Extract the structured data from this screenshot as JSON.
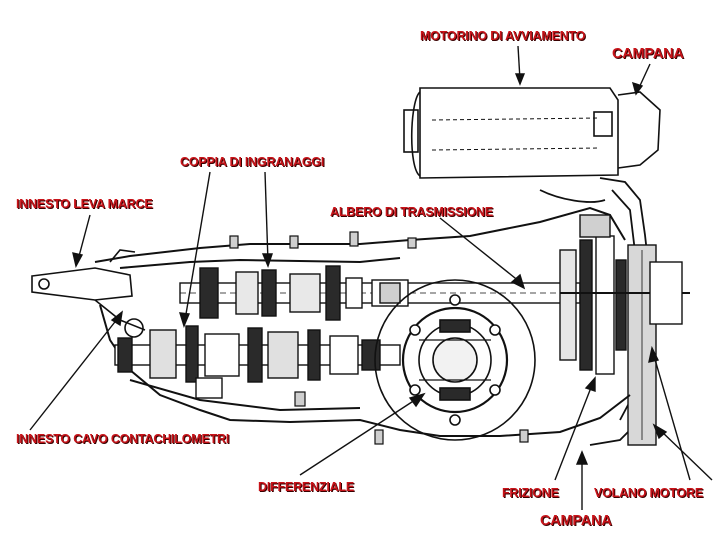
{
  "labels": {
    "motorino": "MOTORINO DI AVVIAMENTO",
    "campana_top": "CAMPANA",
    "coppia": "COPPIA DI INGRANAGGI",
    "innesto_leva": "INNESTO LEVA MARCE",
    "albero": "ALBERO DI TRASMISSIONE",
    "innesto_cavo": "INNESTO CAVO CONTACHILOMETRI",
    "differenziale": "DIFFERENZIALE",
    "frizione": "FRIZIONE",
    "volano": "VOLANO MOTORE",
    "campana_bottom": "CAMPANA"
  },
  "colors": {
    "label": "#c8141a",
    "line": "#111111",
    "paper": "#ffffff"
  }
}
